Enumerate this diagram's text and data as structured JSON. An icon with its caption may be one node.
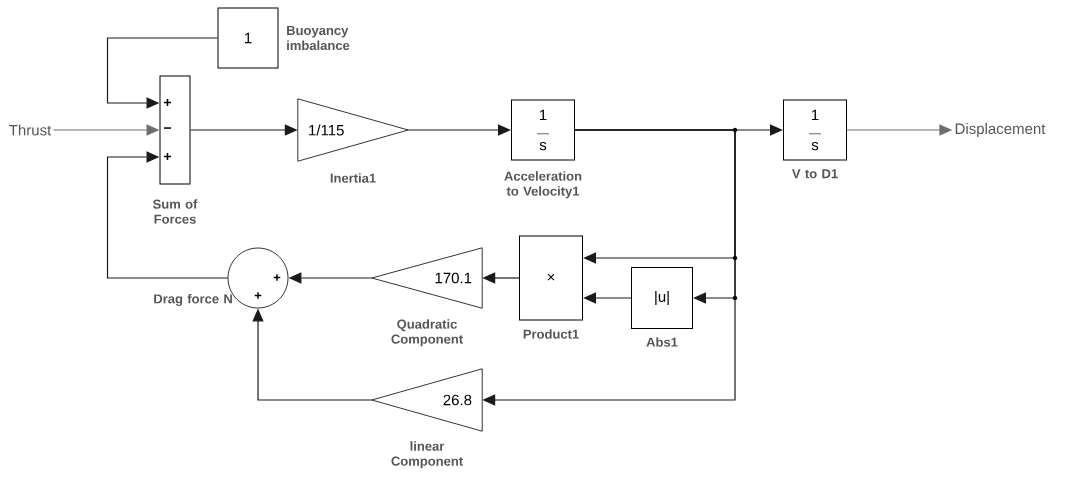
{
  "diagram": {
    "nodes": [
      {
        "text": [
          "Thrust"
        ]
      },
      {
        "text": [
          "1"
        ],
        "beside": [
          "Buoyancy imbalance"
        ]
      },
      {
        "text": [
          "+",
          "−",
          "+"
        ],
        "beside": [
          "Sum of Forces"
        ]
      },
      {
        "text": [
          "1/115"
        ],
        "beside": [
          "Inertia1"
        ]
      },
      {
        "text": [
          "1",
          "s"
        ],
        "beside": [
          "Acceleration to Velocity1"
        ]
      },
      {
        "text": [
          "1",
          "s"
        ],
        "beside": [
          "V to D1"
        ]
      },
      {
        "text": [
          "Displacement"
        ]
      },
      {
        "text": [
          "×"
        ],
        "beside": [
          "Product1"
        ]
      },
      {
        "text": [
          "|u|"
        ],
        "beside": [
          "Abs1"
        ]
      },
      {
        "text": [
          "170.1"
        ],
        "beside": [
          "Quadratic Component"
        ]
      },
      {
        "text": [
          "26.8"
        ],
        "beside": [
          "linear Component"
        ]
      },
      {
        "text": [
          "+",
          "+"
        ],
        "beside": [
          "Drag force N"
        ]
      }
    ],
    "edges": [
      {
        "from": 1,
        "to": 2,
        "arrow": "to"
      },
      {
        "from": 0,
        "to": 2,
        "arrow": "to",
        "color": "#6e6e6e"
      },
      {
        "from": 11,
        "to": 2,
        "arrow": "to"
      },
      {
        "from": 2,
        "to": 3,
        "arrow": "to"
      },
      {
        "from": 3,
        "to": 4,
        "arrow": "to"
      },
      {
        "from": 4,
        "to": 5,
        "arrow": "to"
      },
      {
        "from": 5,
        "to": 6,
        "arrow": "to",
        "color": "#6e6e6e"
      },
      {
        "from": 4,
        "to": 7,
        "arrow": "to"
      },
      {
        "from": 4,
        "to": 8,
        "arrow": "to"
      },
      {
        "from": 8,
        "to": 7,
        "arrow": "to"
      },
      {
        "from": 7,
        "to": 9,
        "arrow": "to"
      },
      {
        "from": 9,
        "to": 11,
        "arrow": "to"
      },
      {
        "from": 4,
        "to": 10,
        "arrow": "to"
      },
      {
        "from": 10,
        "to": 11,
        "arrow": "to"
      }
    ]
  }
}
